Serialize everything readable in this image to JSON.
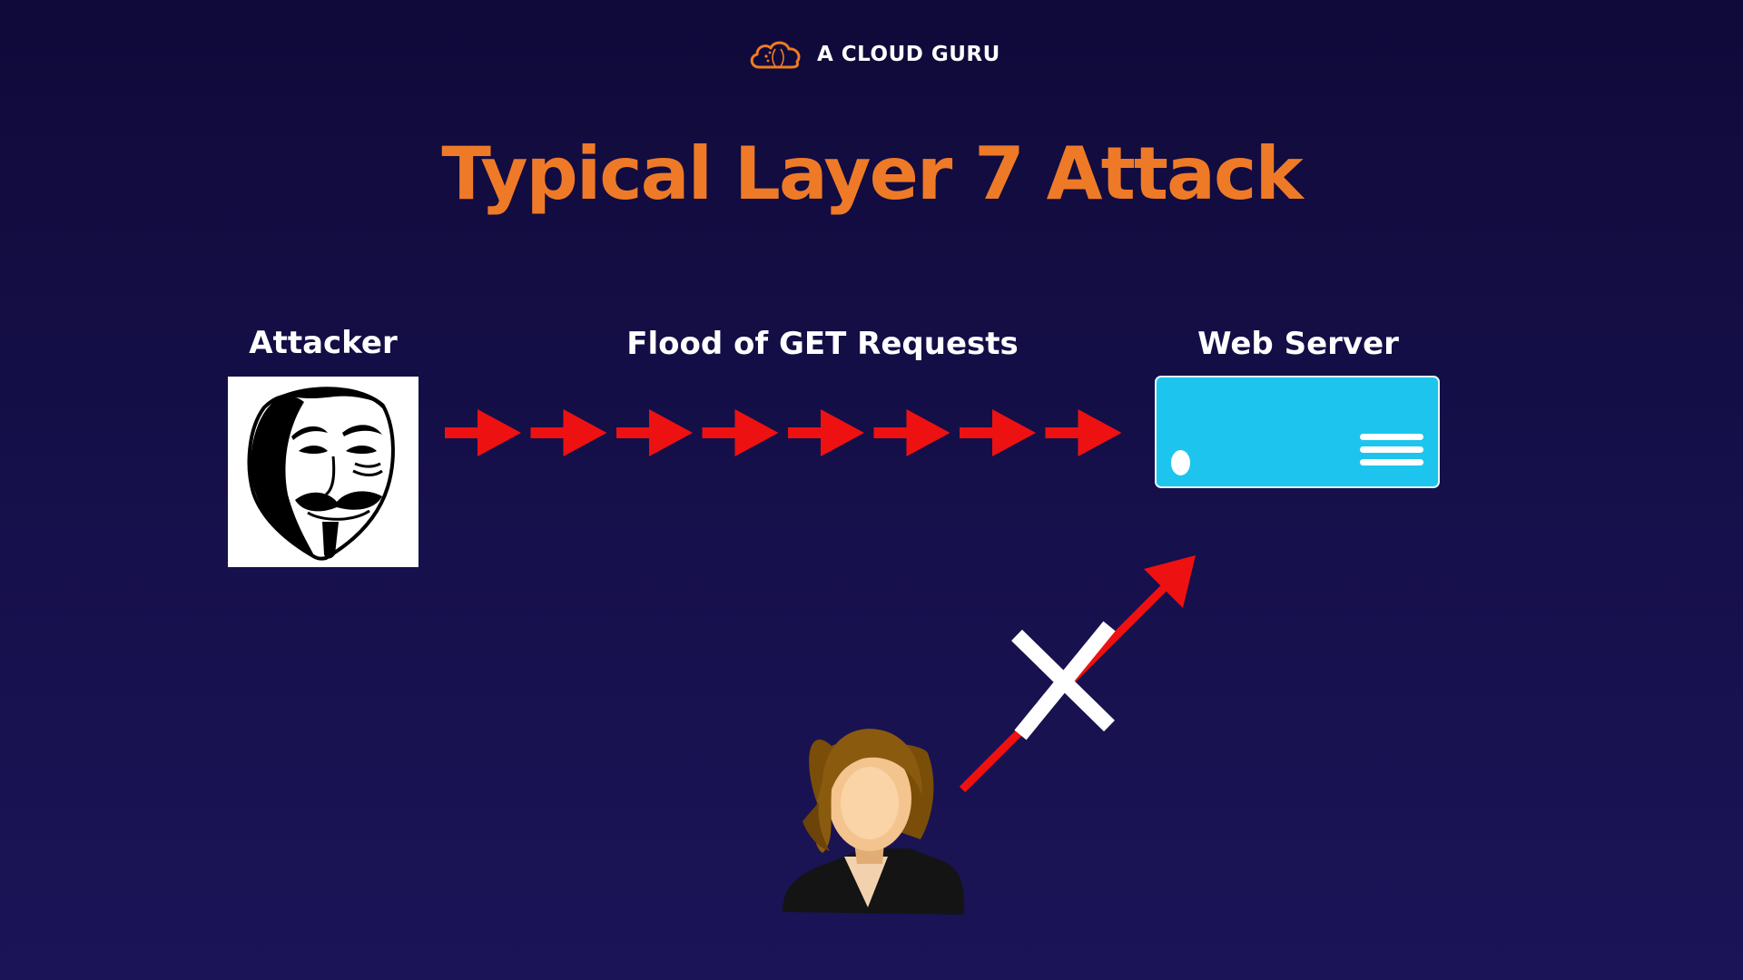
{
  "brand": {
    "name": "A CLOUD GURU",
    "logo_icon": "cloud-icon",
    "logo_color": "#f07b22"
  },
  "slide": {
    "title": "Typical Layer 7 Attack",
    "title_color": "#ee7a28",
    "background_color": "#150f49"
  },
  "diagram": {
    "attacker": {
      "label": "Attacker",
      "icon": "guy-fawkes-mask-icon"
    },
    "requests": {
      "label": "Flood of GET Requests",
      "arrow_count": 8,
      "arrow_color": "#ee1111"
    },
    "server": {
      "label": "Web Server",
      "icon": "server-icon",
      "color": "#1dc5ee"
    },
    "legit_user": {
      "icon": "user-icon",
      "blocked_icon": "x-mark-icon"
    }
  }
}
